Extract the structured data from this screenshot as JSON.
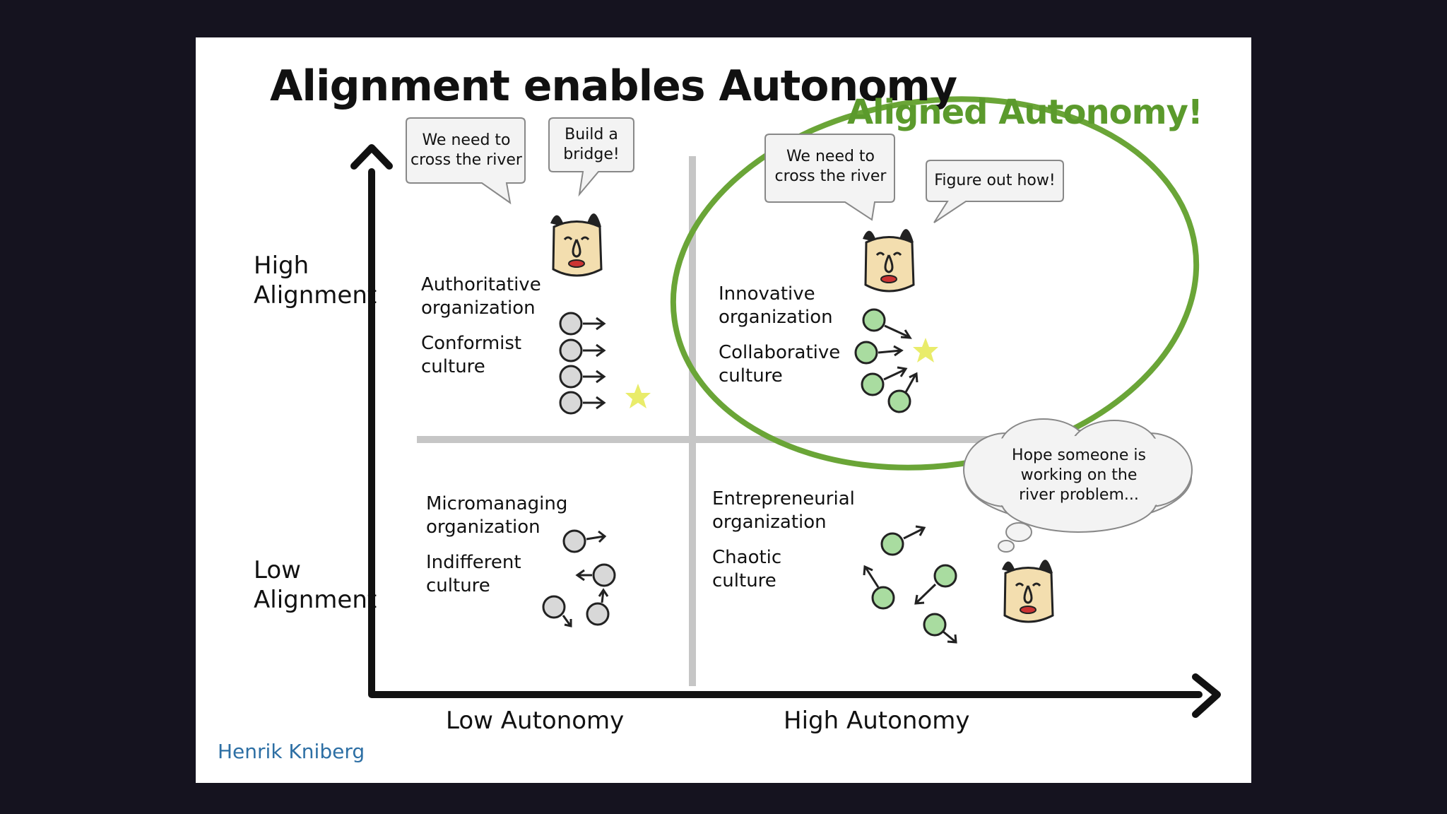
{
  "title": "Alignment enables Autonomy",
  "highlight": {
    "label": "Aligned Autonomy!",
    "color": "#6aa537"
  },
  "y_axis": {
    "high_label": [
      "High",
      "Alignment"
    ],
    "low_label": [
      "Low",
      "Alignment"
    ]
  },
  "x_axis": {
    "low_label": "Low Autonomy",
    "high_label": "High Autonomy"
  },
  "quadrants": {
    "top_left": {
      "org": [
        "Authoritative",
        "organization"
      ],
      "culture": [
        "Conformist",
        "culture"
      ]
    },
    "top_right": {
      "org": [
        "Innovative",
        "organization"
      ],
      "culture": [
        "Collaborative",
        "culture"
      ]
    },
    "bottom_left": {
      "org": [
        "Micromanaging",
        "organization"
      ],
      "culture": [
        "Indifferent",
        "culture"
      ]
    },
    "bottom_right": {
      "org": [
        "Entrepreneurial",
        "organization"
      ],
      "culture": [
        "Chaotic",
        "culture"
      ]
    }
  },
  "bubbles": {
    "tl_left": [
      "We need to",
      "cross the river"
    ],
    "tl_right": [
      "Build a",
      "bridge!"
    ],
    "tr_left": [
      "We need to",
      "cross the river"
    ],
    "tr_right": "Figure out how!",
    "thought": [
      "Hope someone is",
      "working on the",
      "river problem..."
    ]
  },
  "credit": "Henrik Kniberg"
}
